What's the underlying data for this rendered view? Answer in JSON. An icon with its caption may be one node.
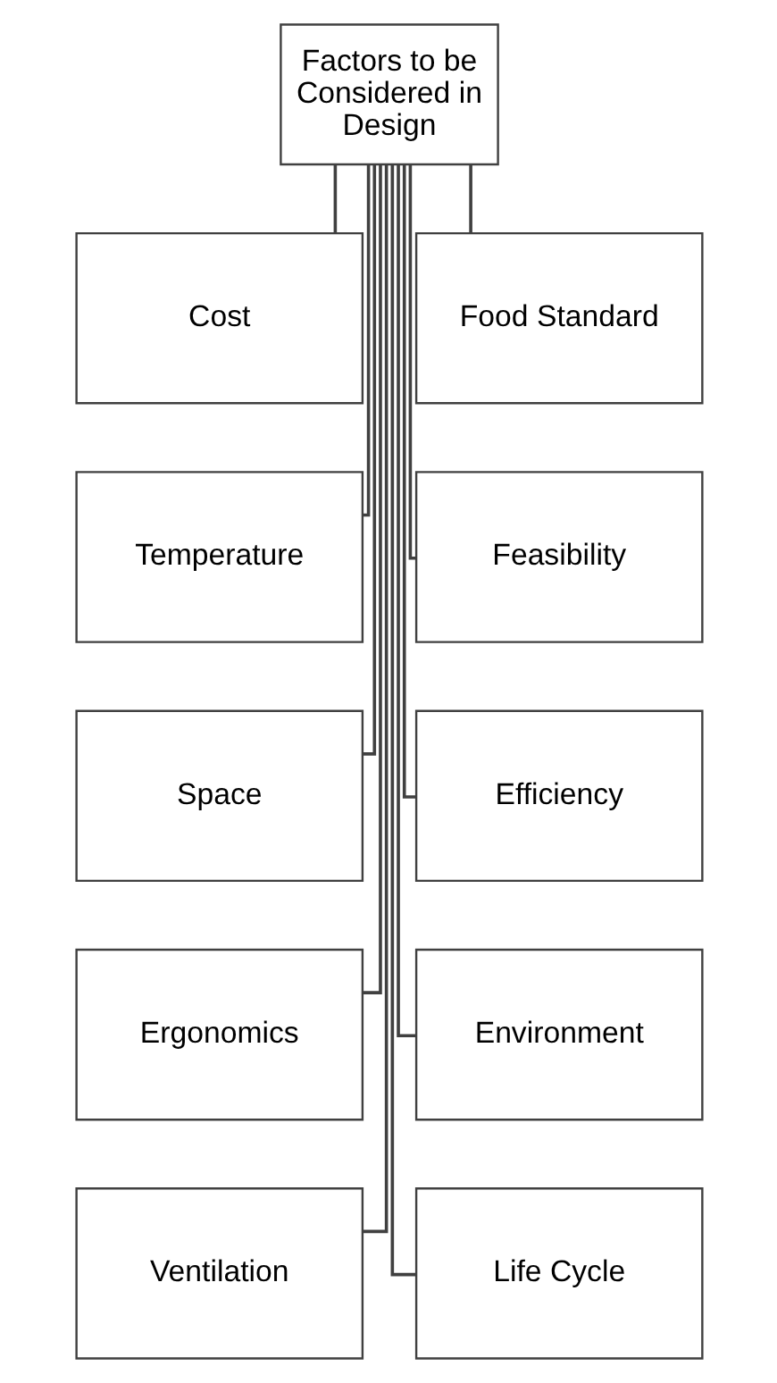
{
  "diagram": {
    "nodes": [
      {
        "text": [
          "Factors to be Considered in Design"
        ]
      },
      {
        "text": [
          "Cost"
        ]
      },
      {
        "text": [
          "Food Standard"
        ]
      },
      {
        "text": [
          "Temperature"
        ]
      },
      {
        "text": [
          "Feasibility"
        ]
      },
      {
        "text": [
          "Space"
        ]
      },
      {
        "text": [
          "Efficiency"
        ]
      },
      {
        "text": [
          "Ergonomics"
        ]
      },
      {
        "text": [
          "Environment"
        ]
      },
      {
        "text": [
          "Ventilation"
        ]
      },
      {
        "text": [
          "Life Cycle"
        ]
      }
    ],
    "edges": [
      {
        "from": 0,
        "to": 1,
        "arrow": "none"
      },
      {
        "from": 0,
        "to": 2,
        "arrow": "none"
      },
      {
        "from": 0,
        "to": 3,
        "arrow": "none"
      },
      {
        "from": 0,
        "to": 4,
        "arrow": "none"
      },
      {
        "from": 0,
        "to": 5,
        "arrow": "none"
      },
      {
        "from": 0,
        "to": 6,
        "arrow": "none"
      },
      {
        "from": 0,
        "to": 7,
        "arrow": "none"
      },
      {
        "from": 0,
        "to": 8,
        "arrow": "none"
      },
      {
        "from": 0,
        "to": 9,
        "arrow": "none"
      },
      {
        "from": 0,
        "to": 10,
        "arrow": "none"
      }
    ]
  }
}
